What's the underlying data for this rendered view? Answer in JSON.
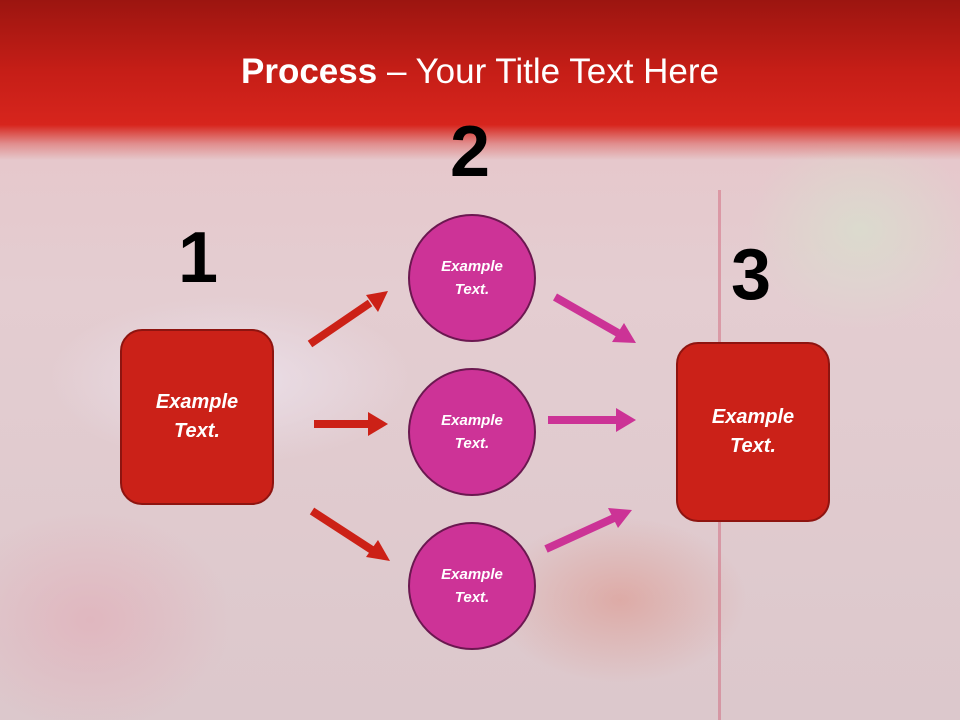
{
  "title": {
    "bold": "Process",
    "rest": " – Your Title Text Here"
  },
  "steps": {
    "one": "1",
    "two": "2",
    "three": "3"
  },
  "boxes": {
    "left": "Example\nText.",
    "right": "Example\nText."
  },
  "circles": {
    "top": "Example\nText.",
    "middle": "Example\nText.",
    "bottom": "Example\nText."
  },
  "colors": {
    "header": "#c61e17",
    "box": "#cb2118",
    "circle": "#cd3397",
    "arrow_red": "#cc2117",
    "arrow_pink": "#cc3396"
  }
}
